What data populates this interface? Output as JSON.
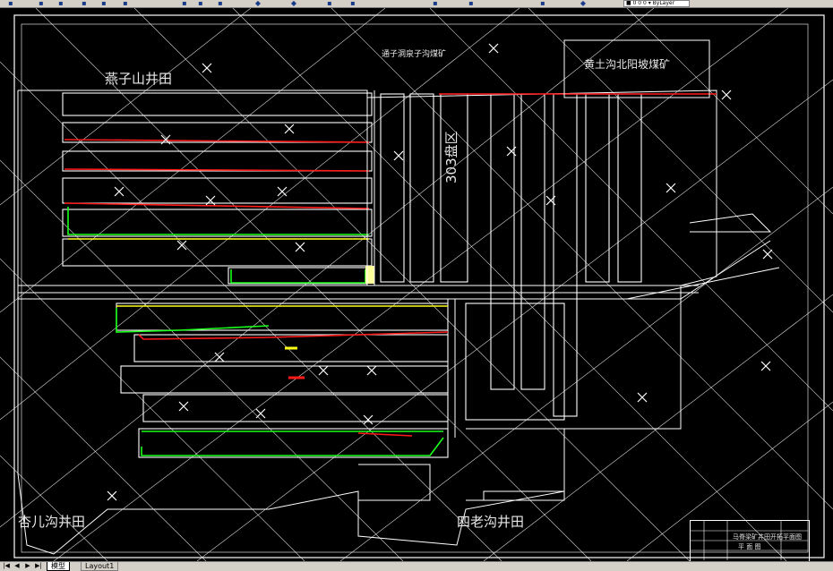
{
  "toolbar": {
    "icons": [
      "file-icon",
      "open-icon",
      "save-icon",
      "print-icon",
      "cut-icon",
      "copy-icon",
      "paste-icon",
      "undo-icon",
      "redo-icon",
      "pan-icon",
      "zoom-icon",
      "zoom-window-icon",
      "zoom-previous-icon",
      "properties-icon",
      "layer-icon",
      "help-icon"
    ],
    "layer_combo": "■ 0 0 0  ▾ ByLayer"
  },
  "drawing": {
    "labels": {
      "yanzishan": "燕子山井田",
      "huangtugou": "黄土沟北阳坡煤矿",
      "mingziding": "通子洞泉子沟煤矿",
      "panqu": "303盘区",
      "xingergou": "杏儿沟井田",
      "silaogou": "四老沟井田"
    },
    "title_block": {
      "name": "马脊梁矿井田开拓平面图",
      "subname": "平 面 图"
    },
    "colors": {
      "red": "#ff1a1a",
      "green": "#1aff1a",
      "yellow": "#ffff1a",
      "white": "#ffffff"
    }
  },
  "tabs": {
    "model": "模型",
    "layout": "Layout1"
  }
}
